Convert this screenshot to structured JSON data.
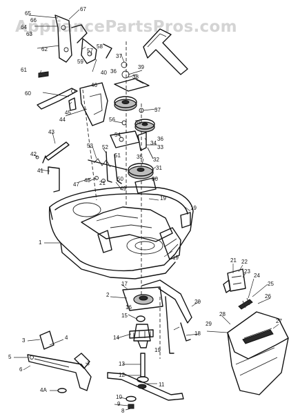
{
  "watermark": {
    "text": "AppliancePartsPros.com"
  },
  "callouts": [
    {
      "id": "c65",
      "label": "65"
    },
    {
      "id": "c67",
      "label": "67"
    },
    {
      "id": "c66",
      "label": "66"
    },
    {
      "id": "c64",
      "label": "64"
    },
    {
      "id": "c63",
      "label": "63"
    },
    {
      "id": "c62",
      "label": "62"
    },
    {
      "id": "c59",
      "label": "59"
    },
    {
      "id": "c58",
      "label": "58"
    },
    {
      "id": "c57",
      "label": "57"
    },
    {
      "id": "c40",
      "label": "40"
    },
    {
      "id": "c46",
      "label": "46"
    },
    {
      "id": "c37",
      "label": "37"
    },
    {
      "id": "c36",
      "label": "36"
    },
    {
      "id": "c39",
      "label": "39"
    },
    {
      "id": "c38",
      "label": "38"
    },
    {
      "id": "c61",
      "label": "61"
    },
    {
      "id": "c60",
      "label": "60"
    },
    {
      "id": "c45",
      "label": "45"
    },
    {
      "id": "c44",
      "label": "44"
    },
    {
      "id": "c37b",
      "label": "37"
    },
    {
      "id": "c56",
      "label": "56"
    },
    {
      "id": "c55",
      "label": "55"
    },
    {
      "id": "c54",
      "label": "54"
    },
    {
      "id": "c36b",
      "label": "36"
    },
    {
      "id": "c34",
      "label": "34"
    },
    {
      "id": "c33",
      "label": "33"
    },
    {
      "id": "c35",
      "label": "35"
    },
    {
      "id": "c32",
      "label": "32"
    },
    {
      "id": "c31",
      "label": "31"
    },
    {
      "id": "c30",
      "label": "30"
    },
    {
      "id": "c43",
      "label": "43"
    },
    {
      "id": "c53",
      "label": "53"
    },
    {
      "id": "c52",
      "label": "52"
    },
    {
      "id": "c51",
      "label": "51"
    },
    {
      "id": "c42",
      "label": "42"
    },
    {
      "id": "c41",
      "label": "41"
    },
    {
      "id": "c50",
      "label": "50"
    },
    {
      "id": "c48",
      "label": "48"
    },
    {
      "id": "c47",
      "label": "47"
    },
    {
      "id": "c21a",
      "label": "21"
    },
    {
      "id": "c49",
      "label": "49"
    },
    {
      "id": "c19a",
      "label": "19"
    },
    {
      "id": "c19b",
      "label": "19"
    },
    {
      "id": "c1",
      "label": "1"
    },
    {
      "id": "c19c",
      "label": "19"
    },
    {
      "id": "c21",
      "label": "21"
    },
    {
      "id": "c22",
      "label": "22"
    },
    {
      "id": "c23",
      "label": "23"
    },
    {
      "id": "c24",
      "label": "24"
    },
    {
      "id": "c25",
      "label": "25"
    },
    {
      "id": "c26",
      "label": "26"
    },
    {
      "id": "c17",
      "label": "17"
    },
    {
      "id": "c2",
      "label": "2"
    },
    {
      "id": "c16",
      "label": "16"
    },
    {
      "id": "c15",
      "label": "15"
    },
    {
      "id": "c20",
      "label": "20"
    },
    {
      "id": "c28",
      "label": "28"
    },
    {
      "id": "c29",
      "label": "29"
    },
    {
      "id": "c27",
      "label": "27"
    },
    {
      "id": "c14",
      "label": "14"
    },
    {
      "id": "c19d",
      "label": "19"
    },
    {
      "id": "c18",
      "label": "18"
    },
    {
      "id": "c3",
      "label": "3"
    },
    {
      "id": "c4",
      "label": "4"
    },
    {
      "id": "c7",
      "label": "7"
    },
    {
      "id": "c5",
      "label": "5"
    },
    {
      "id": "c6",
      "label": "6"
    },
    {
      "id": "c13",
      "label": "13"
    },
    {
      "id": "c12",
      "label": "12"
    },
    {
      "id": "c11",
      "label": "11"
    },
    {
      "id": "c4a",
      "label": "4A"
    },
    {
      "id": "c10",
      "label": "10"
    },
    {
      "id": "c9",
      "label": "9"
    },
    {
      "id": "c8",
      "label": "8"
    }
  ]
}
